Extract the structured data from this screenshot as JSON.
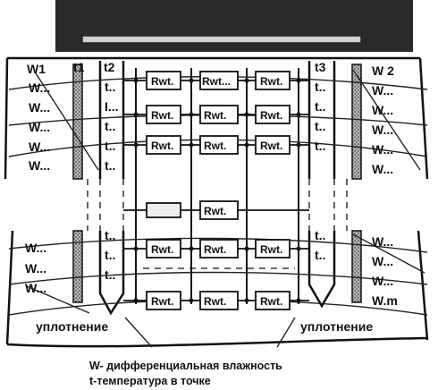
{
  "labels": {
    "left_zone": "W1",
    "right_zone": "W 2",
    "t_left": "t1",
    "t_mid": "t2",
    "t_right": "t3",
    "moisture": "W...",
    "moisture_last": "W.m",
    "temp": "t..",
    "temp_alt": "I...",
    "resistor": "Rwt.",
    "resistor_alt": "Rwt...",
    "seal_left": "уплотнение",
    "seal_right": "уплотнение"
  },
  "caption": {
    "line1": "W- дифференциальная влажность",
    "line2": "t-температура в точке"
  }
}
